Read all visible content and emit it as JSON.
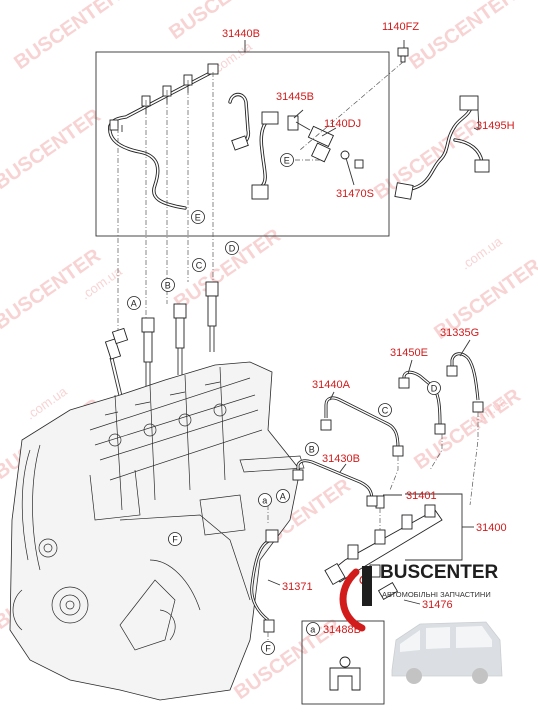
{
  "watermark": {
    "text": "BUSCENTER",
    "domain": ".com.ua"
  },
  "brand": {
    "name": "BUSCENTER",
    "tagline": "АВТОМОБІЛЬНІ ЗАПЧАСТИНИ",
    "accent_color": "#d21b1b"
  },
  "callouts": {
    "c31440B": "31440B",
    "c1140FZ": "1140FZ",
    "c31445B": "31445B",
    "c1140DJ": "1140DJ",
    "c31470S": "31470S",
    "c31495H": "31495H",
    "c31335G": "31335G",
    "c31450E": "31450E",
    "c31440A": "31440A",
    "c31430B": "31430B",
    "c31401": "31401",
    "c31400": "31400",
    "c31371": "31371",
    "c31476": "31476",
    "c31488B": "31488B"
  },
  "letters": {
    "A": "A",
    "B": "B",
    "C": "C",
    "D": "D",
    "E": "E",
    "F": "F",
    "a": "a"
  }
}
